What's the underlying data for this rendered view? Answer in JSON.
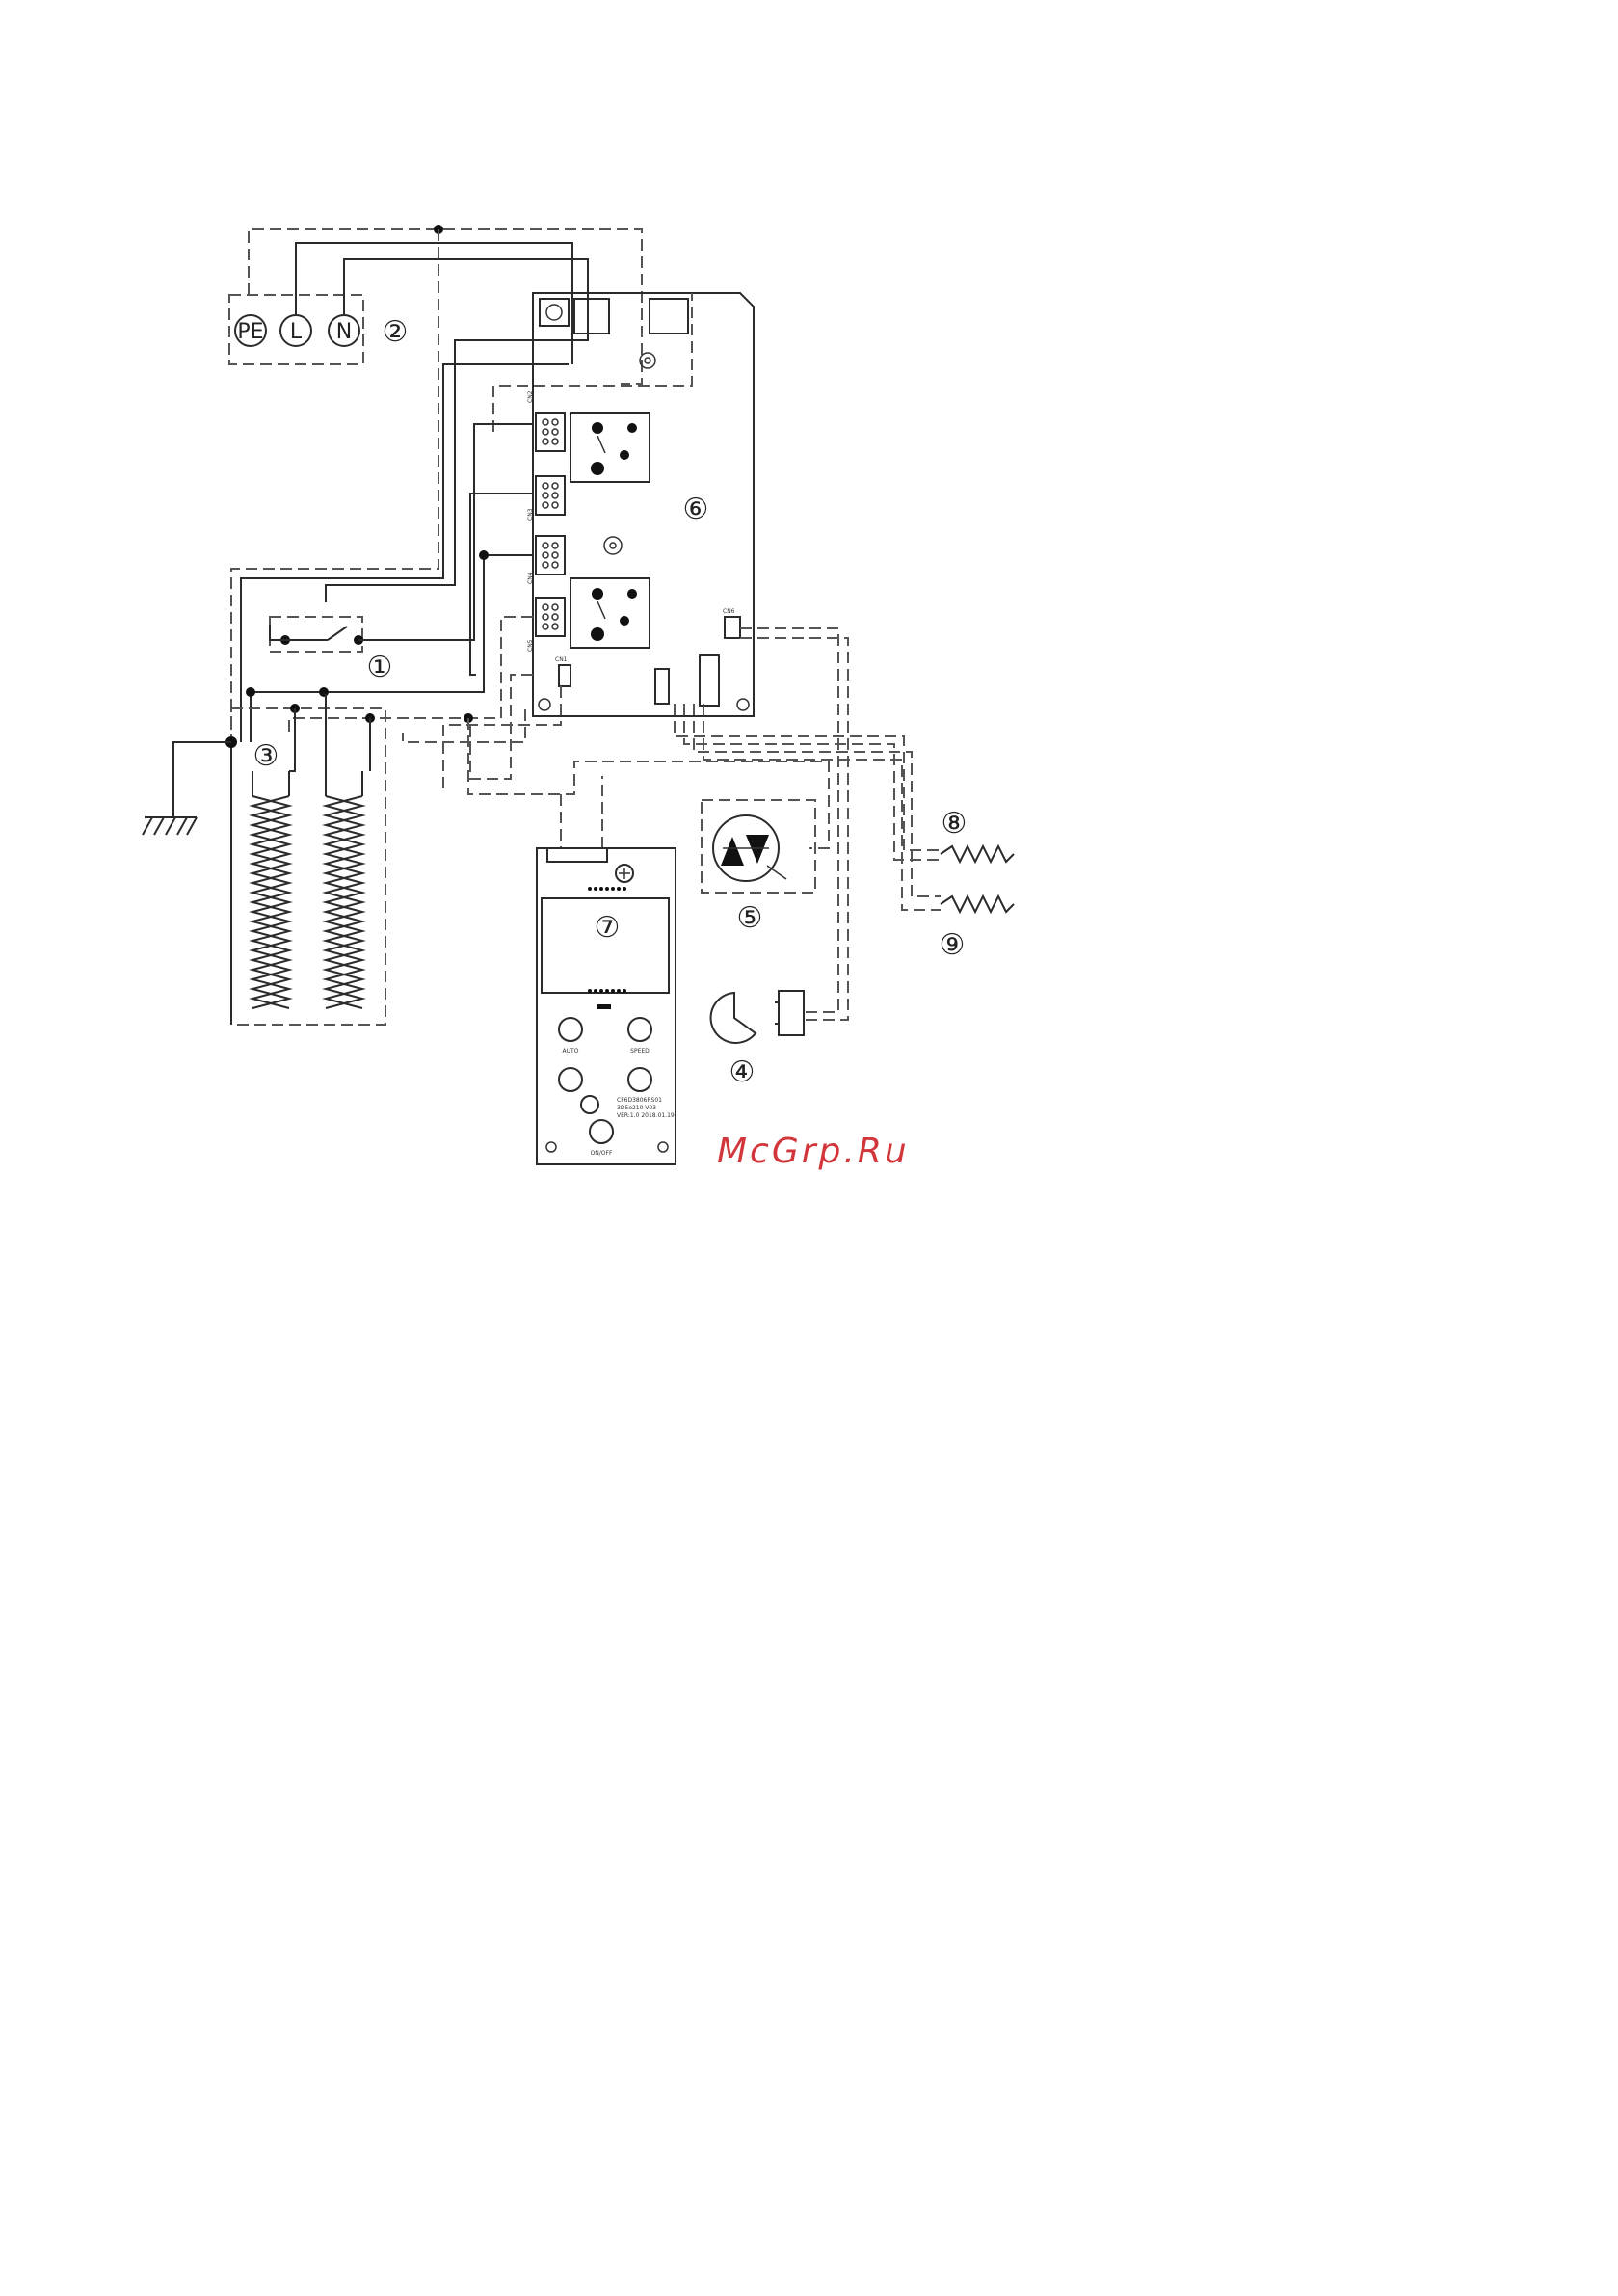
{
  "terminals": {
    "pe": "PE",
    "l": "L",
    "n": "N"
  },
  "callouts": {
    "switch": "①",
    "power_terminals": "②",
    "heating_elements": "③",
    "thermostat": "④",
    "thermal_fuse": "⑤",
    "main_board": "⑥",
    "display_board": "⑦",
    "sensor_upper": "⑧",
    "sensor_lower": "⑨"
  },
  "board_labels": {
    "cn2": "CN2",
    "cn3": "CN3",
    "cn4": "CN4",
    "cn5": "CN5",
    "cn1": "CN1",
    "cn6": "CN6"
  },
  "display_board": {
    "btn_a": "AUTO",
    "btn_b": "SPEED",
    "btn_c": "ON/OFF",
    "text_line1": "CF6D3806RS01",
    "text_line2": "3D5e210-V03",
    "text_line3": "VER:1.0 2018.01.19"
  },
  "watermark": "McGrp.Ru",
  "colors": {
    "watermark": "#d2353a",
    "line": "#2b2b2b"
  }
}
